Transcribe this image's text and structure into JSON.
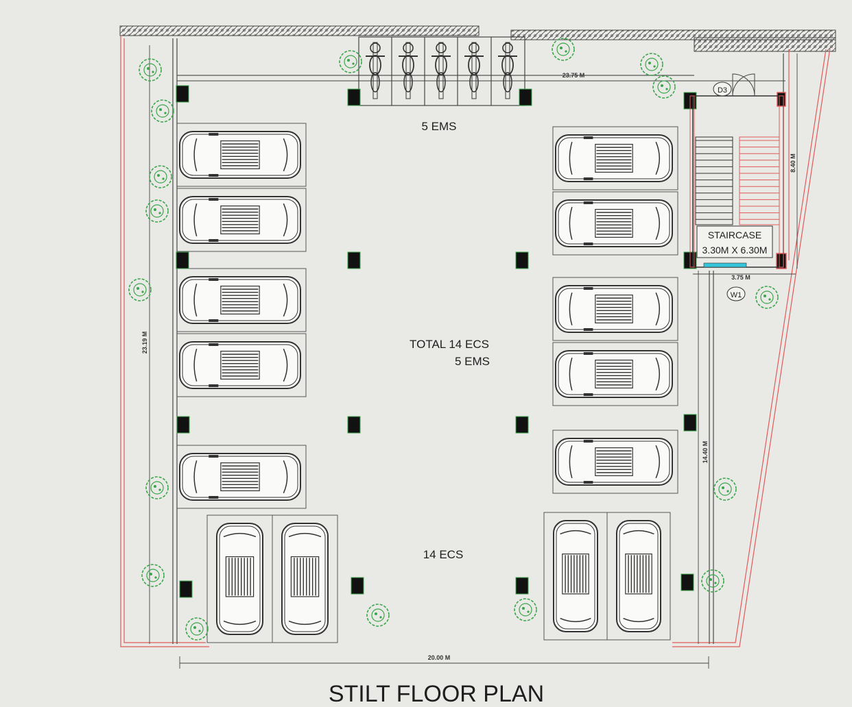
{
  "title": "STILT FLOOR PLAN",
  "labels": {
    "ems_top": "5 EMS",
    "total_ecs": "TOTAL 14 ECS",
    "total_ems": "5 EMS",
    "ecs_bottom": "14 ECS",
    "staircase": "STAIRCASE",
    "staircase_size": "3.30M X 6.30M",
    "door_tag": "D3",
    "window_tag": "W1"
  },
  "dimensions": {
    "top": "23.75 M",
    "left": "23.19 M",
    "bottom": "20.00 M",
    "right_upper": "8.40 M",
    "right_lower": "14.40 M",
    "stair_width": "3.75 M"
  },
  "counts": {
    "bikes": 5,
    "cars": 14
  },
  "colors": {
    "boundary": "#e05a5a",
    "tree": "#3aa64a",
    "line": "#333333",
    "column": "#111111",
    "window": "#35c4d8"
  },
  "icons": [
    "tree-icon",
    "car-icon",
    "bike-icon",
    "column-icon"
  ]
}
